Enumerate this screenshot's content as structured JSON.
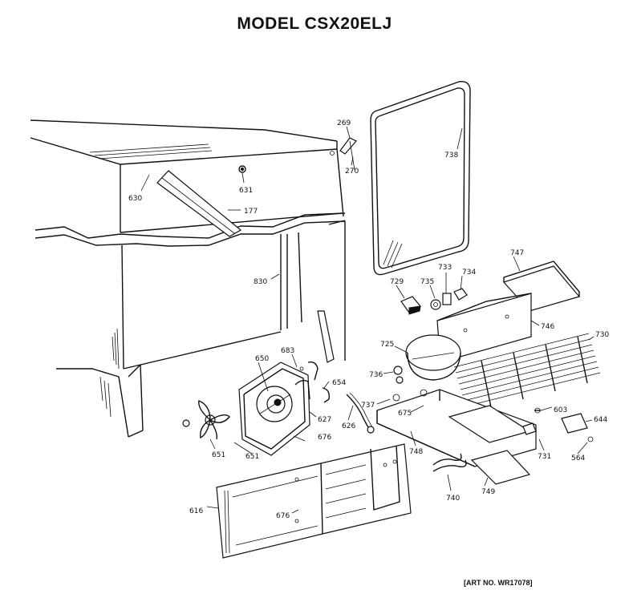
{
  "title": "MODEL CSX20ELJ",
  "art_number": "[ART NO. WR17078]",
  "part_labels": {
    "p269": "269",
    "p270": "270",
    "p630": "630",
    "p631": "631",
    "p177": "177",
    "p830": "830",
    "p738": "738",
    "p747": "747",
    "p729": "729",
    "p735": "735",
    "p733": "733",
    "p734": "734",
    "p746": "746",
    "p730": "730",
    "p725": "725",
    "p736": "736",
    "p737": "737",
    "p675": "675",
    "p683": "683",
    "p650": "650",
    "p654": "654",
    "p627": "627",
    "p626": "626",
    "p676a": "676",
    "p651a": "651",
    "p651b": "651",
    "p748": "748",
    "p603": "603",
    "p644": "644",
    "p731": "731",
    "p564": "564",
    "p616": "616",
    "p676b": "676",
    "p740": "740",
    "p749": "749"
  }
}
